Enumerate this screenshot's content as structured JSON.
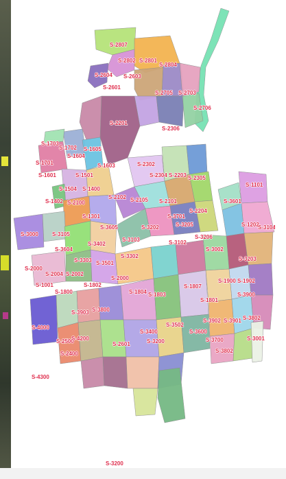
{
  "map": {
    "labels": {
      "n1": "S-2807",
      "n2": "S-2802",
      "n3": "S-2801",
      "n4": "S-2804",
      "n5": "S-2604",
      "n6": "S-2603",
      "n7": "S-2601",
      "n8": "S-2705",
      "n9": "S-2703",
      "n10": "S-2706",
      "n11": "S-2201",
      "n12": "S-2306",
      "n13": "S-2302",
      "n14": "S-2304",
      "n15": "S-2203",
      "n16": "S-2305",
      "n17": "S-1703",
      "n18": "S-1702",
      "n19": "S-1701",
      "n20": "S-1604",
      "n21": "S-1605",
      "n22": "S-1601",
      "n23": "S-1603",
      "n24": "S-1501",
      "n25": "S-1504",
      "n26": "S-1400",
      "n27": "S-1402",
      "n28": "S-2100",
      "n29": "S-2102",
      "n30": "S-2105",
      "n31": "S-2101",
      "n32": "S-2204",
      "n33": "S-3601",
      "n34": "S-1301",
      "n35": "S-1202",
      "n36": "S-3104",
      "n37": "S-1101",
      "n38": "S-3000",
      "n39": "S-3105",
      "n40": "S-3605",
      "n41": "S-3202",
      "n42": "S-3701",
      "n43": "S-3205",
      "n44": "S-3206",
      "n45": "S-3103",
      "n46": "S-3402",
      "n47": "S-3302",
      "n48": "S-3102",
      "n49": "S-3002",
      "n50": "S-3203",
      "n51": "S-3604",
      "n52": "S-3303",
      "n53": "S-3501",
      "n54": "S-2000",
      "n55": "S-2004",
      "n56": "S-2002",
      "n57": "S-1001",
      "n58": "S-1800",
      "n59": "S-1802",
      "n60": "S-2000",
      "n61": "S-1804",
      "n62": "S-1803",
      "n63": "S-1807",
      "n64": "S-1801",
      "n65": "S-1900",
      "n66": "S-1902",
      "n67": "S-3900",
      "n68": "S-3902",
      "n69": "S-3901",
      "n70": "S-3802",
      "n71": "S-3903",
      "n72": "S-3800",
      "n73": "S-4000",
      "n74": "S-4200",
      "n75": "S-3400",
      "n76": "S-3502",
      "n77": "S-3600",
      "n78": "S-3700",
      "n79": "S-2500",
      "n80": "S-2400",
      "n81": "S-2601",
      "n82": "S-3200",
      "n83": "S-3001",
      "n84": "S-3802",
      "n85": "S-4300",
      "n86": "S-3200"
    }
  }
}
